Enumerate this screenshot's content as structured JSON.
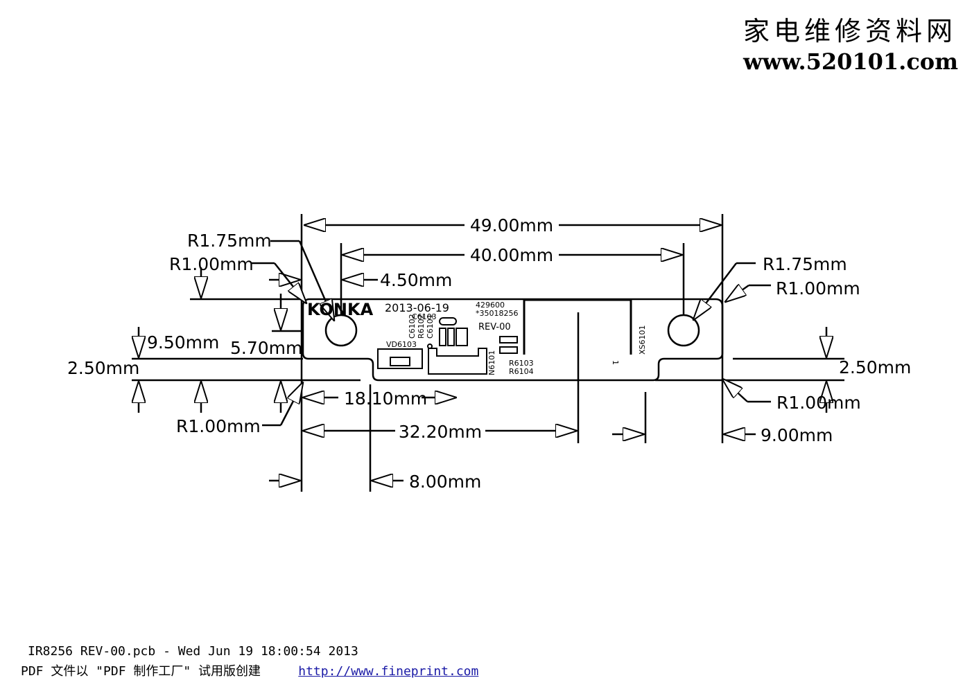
{
  "watermark": {
    "title": "家电维修资料网",
    "url": "www.520101.com"
  },
  "board": {
    "logo": "KONKA",
    "date": "2013-06-19",
    "part_no": "429600",
    "part_no2": "*35018256",
    "rev": "REV-00",
    "refs": {
      "c6103": "C6103",
      "c6102": "C6102",
      "r6102": "R6102",
      "c6101": "C6101",
      "vd6103": "VD6103",
      "n6101": "N6101",
      "r6103": "R6103",
      "r6104": "R6104",
      "xs6101": "XS6101",
      "pin1": "1"
    }
  },
  "dimensions": {
    "width_total": "49.00mm",
    "hole_spacing": "40.00mm",
    "hole_offset": "4.50mm",
    "left_r175": "R1.75mm",
    "left_r100_top": "R1.00mm",
    "right_r175": "R1.75mm",
    "right_r100_top": "R1.00mm",
    "left_950": "9.50mm",
    "left_570": "5.70mm",
    "left_250": "2.50mm",
    "right_250": "2.50mm",
    "left_r100_bottom": "R1.00mm",
    "right_r100_bottom": "R1.00mm",
    "d1810": "18.10mm",
    "d3220": "32.20mm",
    "d900": "9.00mm",
    "d800": "8.00mm"
  },
  "footer": {
    "file_line": "IR8256 REV-00.pcb - Wed Jun 19 18:00:54 2013",
    "pdf_prefix": "PDF 文件以 \"PDF 制作工厂\" 试用版创建",
    "pdf_link": "http://www.fineprint.com"
  }
}
